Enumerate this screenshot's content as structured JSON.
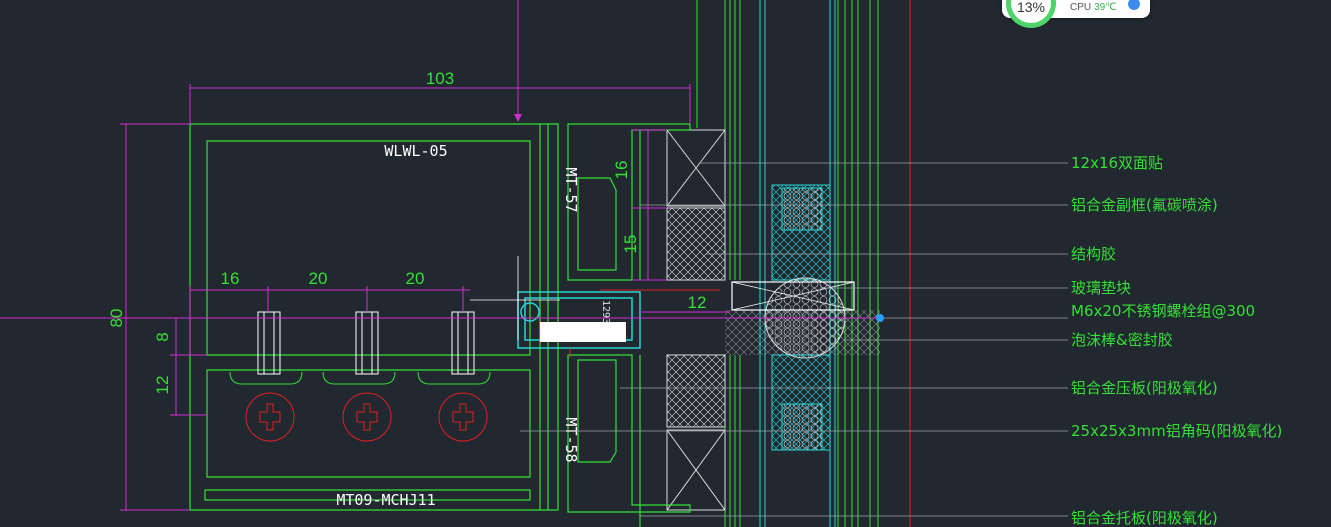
{
  "drawing": {
    "dimensions": {
      "overall_width": "103",
      "overall_height": "80",
      "bolt_spacing_1": "16",
      "bolt_spacing_2": "20",
      "bolt_spacing_3": "20",
      "slot_depth": "8",
      "slot_height": "12",
      "tape_height": "16",
      "sub_frame_height": "15",
      "joint_gap": "12"
    },
    "profile_codes": {
      "top": "WLWL-05",
      "bottom": "MT09-MCHJ11",
      "vertical_1": "MT-57",
      "vertical_2": "MT-58",
      "small": "1293"
    },
    "callouts": [
      "12x16双面贴",
      "铝合金副框(氟碳喷涂)",
      "结构胶",
      "玻璃垫块",
      "M6x20不锈钢螺栓组@300",
      "泡沫棒&密封胶",
      "铝合金压板(阳极氧化)",
      "25x25x3mm铝角码(阳极氧化)",
      "铝合金托板(阳极氧化)"
    ]
  },
  "cpu_widget": {
    "percent": "13%",
    "label": "CPU",
    "temperature": "39℃"
  },
  "colors": {
    "background": "#212830",
    "green": "#35e035",
    "magenta": "#d22bd2",
    "cyan": "#27d6d6",
    "red": "#e02020",
    "white": "#ffffff",
    "leader": "#9aa0a6"
  }
}
